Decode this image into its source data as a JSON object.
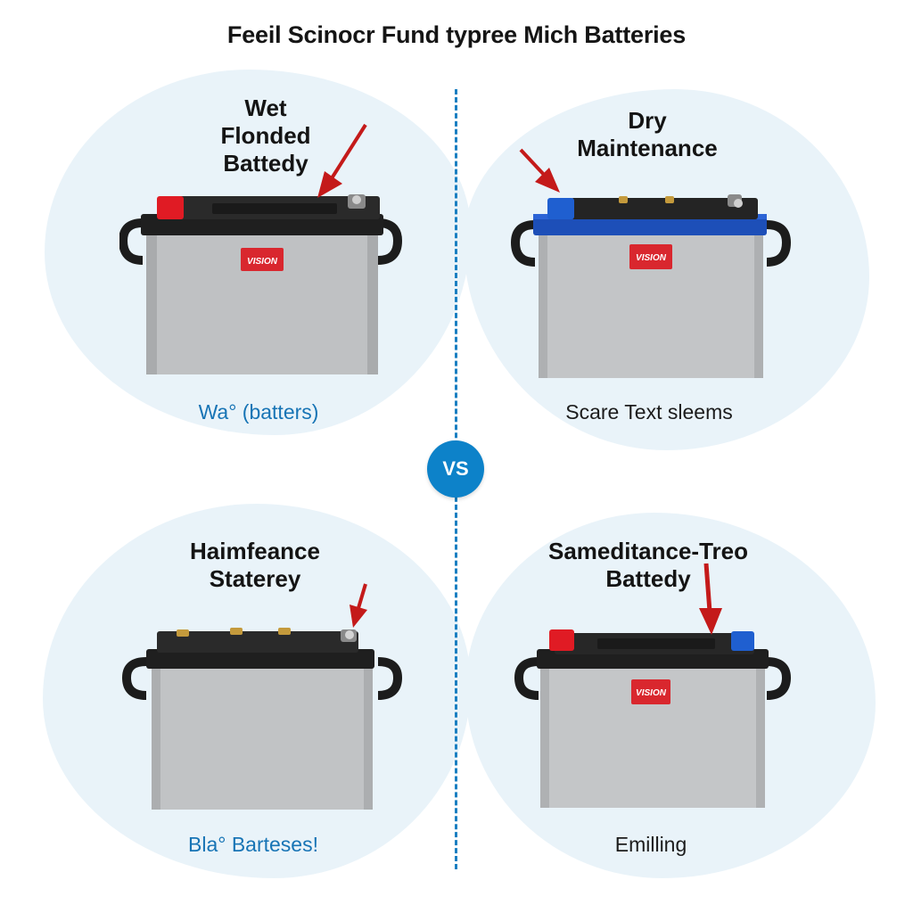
{
  "header": {
    "title": "Feeil Scinocr Fund typree Mich Batteries"
  },
  "vs_label": "VS",
  "brand": "VISION",
  "colors": {
    "divider": "#1a7fc1",
    "vs_badge": "#0d82c9",
    "arrow": "#c41a1a",
    "terminal_red": "#e01b24",
    "terminal_blue": "#1f5fd0"
  },
  "quadrants": {
    "top_left": {
      "title_lines": [
        "Wet",
        "Flonded",
        "Battedy"
      ],
      "caption": "Wa° (batters)"
    },
    "top_right": {
      "title_lines": [
        "Dry",
        "Maintenance"
      ],
      "caption": "Scare Text sleems"
    },
    "bottom_left": {
      "title_lines": [
        "Haimfeance",
        "Staterey"
      ],
      "caption": "Bla° Barteses!"
    },
    "bottom_right": {
      "title_lines": [
        "Sameditance-Treo",
        "Battedy"
      ],
      "caption": "Emilling"
    }
  }
}
